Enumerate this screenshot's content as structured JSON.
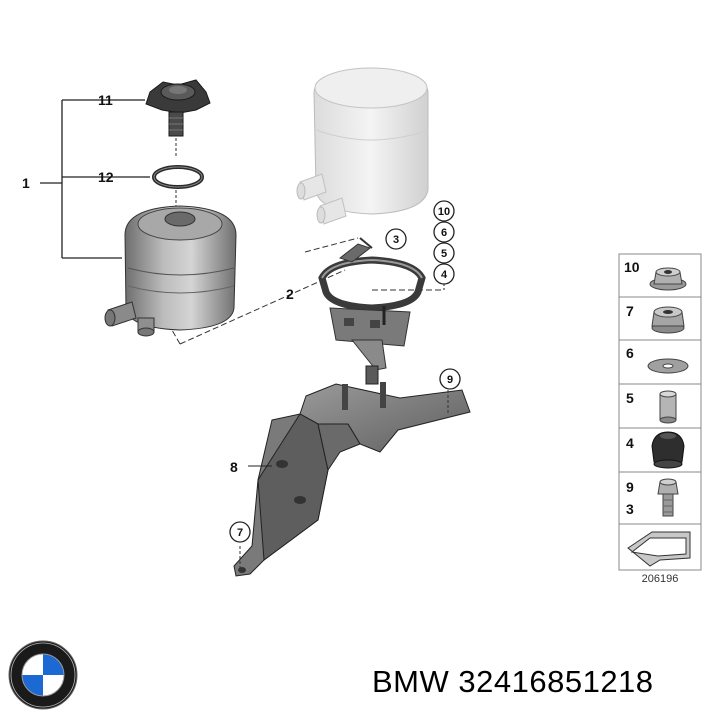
{
  "callouts": {
    "c1": "1",
    "c2": "2",
    "c3": "3",
    "c4": "4",
    "c5": "5",
    "c6": "6",
    "c7": "7",
    "c8": "8",
    "c9": "9",
    "c10": "10",
    "c11": "11",
    "c12": "12"
  },
  "legend": {
    "items": [
      {
        "label": "10",
        "part": "flange-nut"
      },
      {
        "label": "7",
        "part": "hex-nut"
      },
      {
        "label": "6",
        "part": "washer"
      },
      {
        "label": "5",
        "part": "sleeve"
      },
      {
        "label": "4",
        "part": "rubber-mount"
      },
      {
        "label": "9",
        "part": "bolt",
        "label2": "3"
      }
    ],
    "reference_number": "206196"
  },
  "caption": {
    "brand": "BMW",
    "part_number": "32416851218"
  },
  "colors": {
    "part_gray": "#8a8a8a",
    "part_light": "#d9d9d9",
    "line": "#222222",
    "bmw_blue": "#1c69d4"
  }
}
